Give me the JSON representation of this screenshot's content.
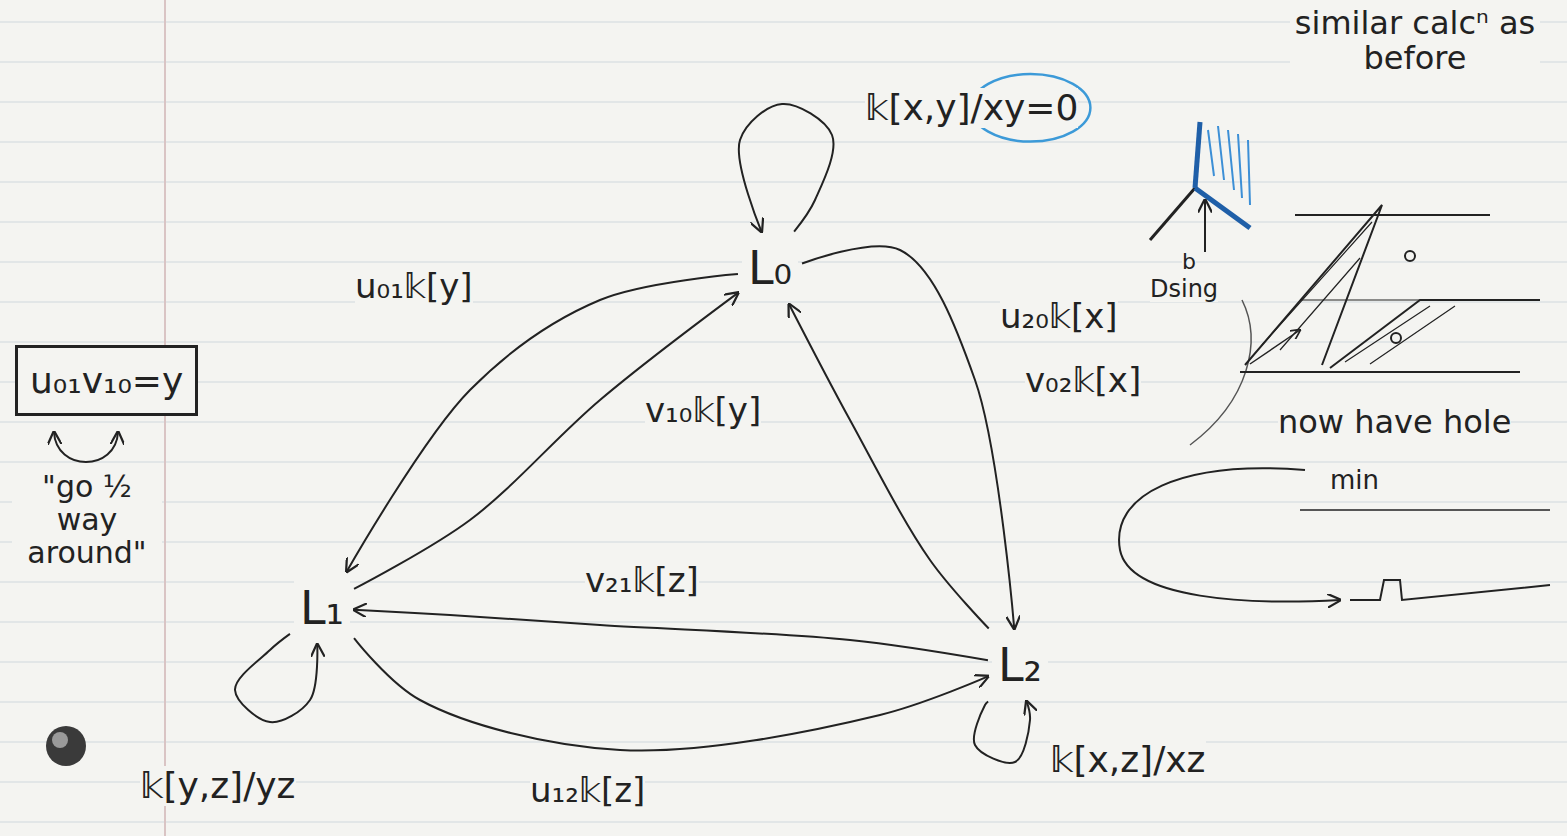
{
  "diagram": {
    "nodes": [
      {
        "text": [
          "L₀"
        ]
      },
      {
        "text": [
          "L₁"
        ]
      },
      {
        "text": [
          "L₂"
        ]
      },
      {
        "text": [
          "u₀₁v₁₀=y"
        ]
      }
    ],
    "edges": [
      {
        "from": 0,
        "to": 0,
        "label": "𝕜[x,y]/xy=0",
        "arrow": "to"
      },
      {
        "from": 0,
        "to": 1,
        "label": "u₀₁𝕜[y]",
        "arrow": "to"
      },
      {
        "from": 1,
        "to": 0,
        "label": "v₁₀𝕜[y]",
        "arrow": "to"
      },
      {
        "from": 2,
        "to": 0,
        "label": "u₂₀𝕜[x]",
        "arrow": "to"
      },
      {
        "from": 0,
        "to": 2,
        "label": "v₀₂𝕜[x]",
        "arrow": "to"
      },
      {
        "from": 2,
        "to": 1,
        "label": "v₂₁𝕜[z]",
        "arrow": "to"
      },
      {
        "from": 1,
        "to": 2,
        "label": "u₁₂𝕜[z]",
        "arrow": "to"
      },
      {
        "from": 1,
        "to": 1,
        "label": "𝕜[y,z]/yz",
        "arrow": "to"
      },
      {
        "from": 2,
        "to": 2,
        "label": "𝕜[x,z]/xz",
        "arrow": "to"
      }
    ],
    "labels": [
      "\"go ½ way around\"",
      "similar calcⁿ as before",
      "b",
      "Dsing",
      "now have hole",
      "min"
    ]
  }
}
